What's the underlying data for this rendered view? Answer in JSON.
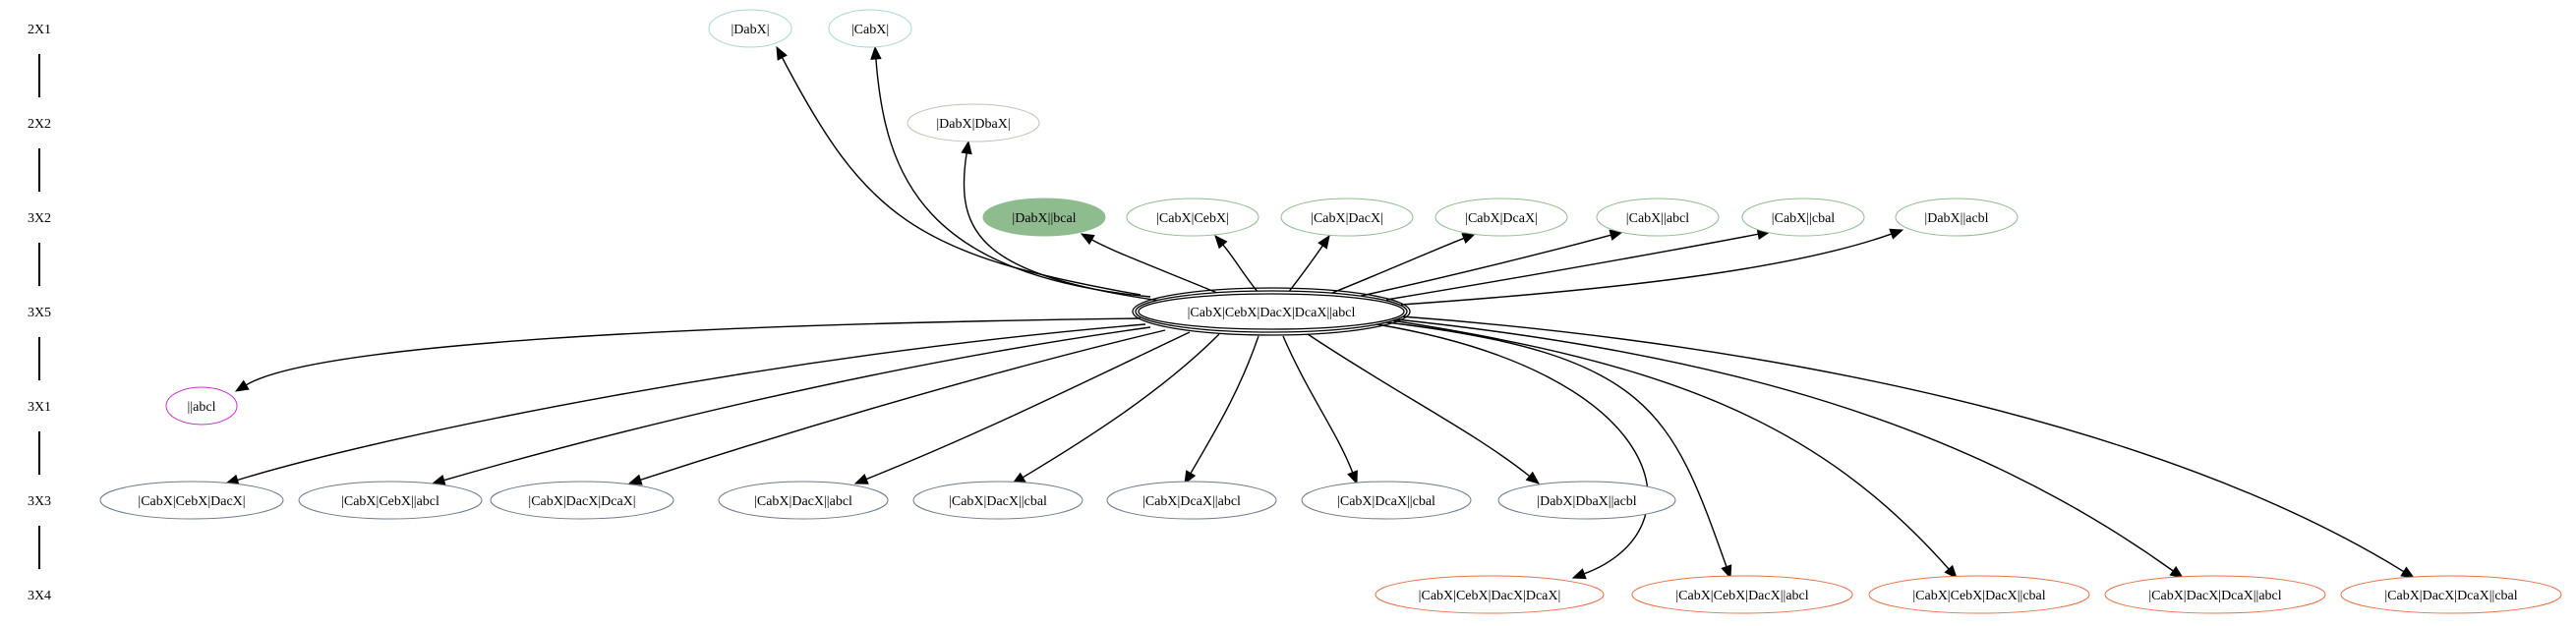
{
  "colors": {
    "row_2X1": "#a9d6d6",
    "row_2X2": "#c7c0b2",
    "row_3X2": "#8fbc8f",
    "row_3X2_filled": "#8fbc8f",
    "row_3X5": "#000000",
    "row_3X1": "#cc33cc",
    "row_3X3": "#6b7b8c",
    "row_3X4": "#e8734a"
  },
  "ranks": [
    {
      "id": "2X1",
      "label": "2X1"
    },
    {
      "id": "2X2",
      "label": "2X2"
    },
    {
      "id": "3X2",
      "label": "3X2"
    },
    {
      "id": "3X5",
      "label": "3X5"
    },
    {
      "id": "3X1",
      "label": "3X1"
    },
    {
      "id": "3X3",
      "label": "3X3"
    },
    {
      "id": "3X4",
      "label": "3X4"
    }
  ],
  "nodes": [
    {
      "id": "n_dabx",
      "label": "|DabX|",
      "rank": "2X1"
    },
    {
      "id": "n_cabx",
      "label": "|CabX|",
      "rank": "2X1"
    },
    {
      "id": "n_dabx_dbax",
      "label": "|DabX|DbaX|",
      "rank": "2X2"
    },
    {
      "id": "n_dabx_bcal",
      "label": "|DabX||bcal",
      "rank": "3X2",
      "filled": true
    },
    {
      "id": "n_cabx_cebx",
      "label": "|CabX|CebX|",
      "rank": "3X2"
    },
    {
      "id": "n_cabx_dacx",
      "label": "|CabX|DacX|",
      "rank": "3X2"
    },
    {
      "id": "n_cabx_dcax",
      "label": "|CabX|DcaX|",
      "rank": "3X2"
    },
    {
      "id": "n_cabx_abcl",
      "label": "|CabX||abcl",
      "rank": "3X2"
    },
    {
      "id": "n_cabx_cbal",
      "label": "|CabX||cbal",
      "rank": "3X2"
    },
    {
      "id": "n_dabx_acbl",
      "label": "|DabX||acbl",
      "rank": "3X2"
    },
    {
      "id": "n_center",
      "label": "|CabX|CebX|DacX|DcaX||abcl",
      "rank": "3X5",
      "center": true
    },
    {
      "id": "n_abcl",
      "label": "||abcl",
      "rank": "3X1"
    },
    {
      "id": "n_3x3_1",
      "label": "|CabX|CebX|DacX|",
      "rank": "3X3"
    },
    {
      "id": "n_3x3_2",
      "label": "|CabX|CebX||abcl",
      "rank": "3X3"
    },
    {
      "id": "n_3x3_3",
      "label": "|CabX|DacX|DcaX|",
      "rank": "3X3"
    },
    {
      "id": "n_3x3_4",
      "label": "|CabX|DacX||abcl",
      "rank": "3X3"
    },
    {
      "id": "n_3x3_5",
      "label": "|CabX|DacX||cbal",
      "rank": "3X3"
    },
    {
      "id": "n_3x3_6",
      "label": "|CabX|DcaX||abcl",
      "rank": "3X3"
    },
    {
      "id": "n_3x3_7",
      "label": "|CabX|DcaX||cbal",
      "rank": "3X3"
    },
    {
      "id": "n_3x3_8",
      "label": "|DabX|DbaX||acbl",
      "rank": "3X3"
    },
    {
      "id": "n_3x4_1",
      "label": "|CabX|CebX|DacX|DcaX|",
      "rank": "3X4"
    },
    {
      "id": "n_3x4_2",
      "label": "|CabX|CebX|DacX||abcl",
      "rank": "3X4"
    },
    {
      "id": "n_3x4_3",
      "label": "|CabX|CebX|DacX||cbal",
      "rank": "3X4"
    },
    {
      "id": "n_3x4_4",
      "label": "|CabX|DacX|DcaX||abcl",
      "rank": "3X4"
    },
    {
      "id": "n_3x4_5",
      "label": "|CabX|DacX|DcaX||cbal",
      "rank": "3X4"
    }
  ],
  "edges": [
    {
      "from": "n_center",
      "to": "n_dabx"
    },
    {
      "from": "n_center",
      "to": "n_cabx"
    },
    {
      "from": "n_center",
      "to": "n_dabx_dbax"
    },
    {
      "from": "n_center",
      "to": "n_dabx_bcal"
    },
    {
      "from": "n_center",
      "to": "n_cabx_cebx"
    },
    {
      "from": "n_center",
      "to": "n_cabx_dacx"
    },
    {
      "from": "n_center",
      "to": "n_cabx_dcax"
    },
    {
      "from": "n_center",
      "to": "n_cabx_abcl"
    },
    {
      "from": "n_center",
      "to": "n_cabx_cbal"
    },
    {
      "from": "n_center",
      "to": "n_dabx_acbl"
    },
    {
      "from": "n_center",
      "to": "n_abcl"
    },
    {
      "from": "n_center",
      "to": "n_3x3_1"
    },
    {
      "from": "n_center",
      "to": "n_3x3_2"
    },
    {
      "from": "n_center",
      "to": "n_3x3_3"
    },
    {
      "from": "n_center",
      "to": "n_3x3_4"
    },
    {
      "from": "n_center",
      "to": "n_3x3_5"
    },
    {
      "from": "n_center",
      "to": "n_3x3_6"
    },
    {
      "from": "n_center",
      "to": "n_3x3_7"
    },
    {
      "from": "n_center",
      "to": "n_3x3_8"
    },
    {
      "from": "n_center",
      "to": "n_3x4_1"
    },
    {
      "from": "n_center",
      "to": "n_3x4_2"
    },
    {
      "from": "n_center",
      "to": "n_3x4_3"
    },
    {
      "from": "n_center",
      "to": "n_3x4_4"
    },
    {
      "from": "n_center",
      "to": "n_3x4_5"
    }
  ]
}
